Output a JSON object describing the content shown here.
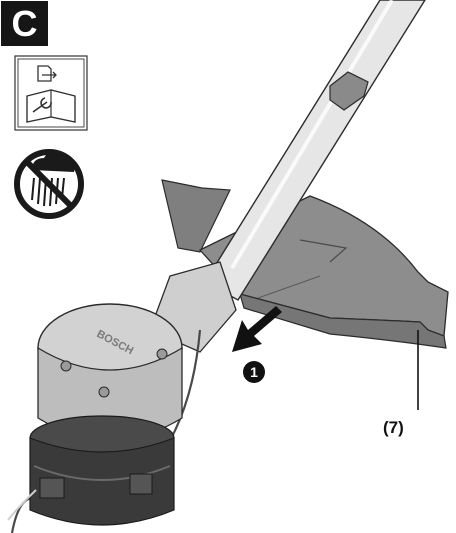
{
  "step": {
    "letter": "C"
  },
  "callouts": {
    "action_number": "1",
    "part_label": "(7)"
  },
  "branding": {
    "housing_text": "BOSCH"
  },
  "icons": [
    "read-manual-icon",
    "no-rain-icon"
  ],
  "colors": {
    "badge": "#161616",
    "guard": "#8b8b8b",
    "shaft": "#e4e4e4",
    "housing": "#c8c8c8",
    "spool": "#3a3a3a"
  }
}
